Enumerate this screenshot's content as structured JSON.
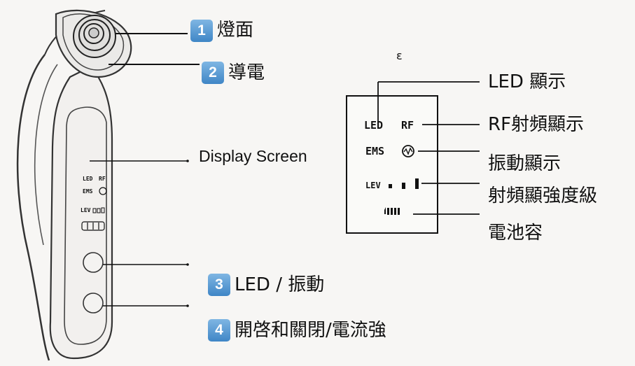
{
  "callouts": [
    {
      "number": "1",
      "text": "燈面"
    },
    {
      "number": "2",
      "text": "導電"
    },
    {
      "number": "3",
      "text": "LED / 振動"
    },
    {
      "number": "4",
      "text": "開啓和關閉/電流強"
    }
  ],
  "display_screen_label": "Display Screen",
  "device_screen": {
    "led": "LED",
    "rf": "RF",
    "ems": "EMS",
    "lev": "LEV"
  },
  "panel": {
    "led": "LED",
    "rf": "RF",
    "ems": "EMS",
    "lev": "LEV",
    "stray_mark": "ɛ"
  },
  "panel_labels": [
    "LED 顯示",
    "RF射頻顯示",
    "振動顯示",
    "射頻顯強度級",
    "電池容"
  ],
  "colors": {
    "badge": "#4a90cc",
    "line": "#111111",
    "device_outline": "#333333"
  }
}
